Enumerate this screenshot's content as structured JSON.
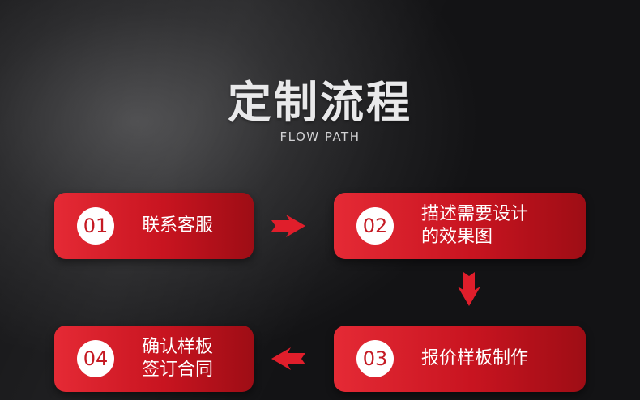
{
  "header": {
    "title": "定制流程",
    "subtitle": "FLOW PATH"
  },
  "steps": [
    {
      "number": "01",
      "label": "联系客服"
    },
    {
      "number": "02",
      "label": "描述需要设计\n的效果图"
    },
    {
      "number": "03",
      "label": "报价样板制作"
    },
    {
      "number": "04",
      "label": "确认样板\n签订合同"
    }
  ],
  "colors": {
    "card_start": "#e52a35",
    "card_end": "#9e0d15",
    "arrow": "#e01e2b",
    "background": "#131315"
  },
  "icons": {
    "arrow_1_2": "arrow-right-icon",
    "arrow_2_3": "arrow-down-icon",
    "arrow_3_4": "arrow-left-icon"
  }
}
